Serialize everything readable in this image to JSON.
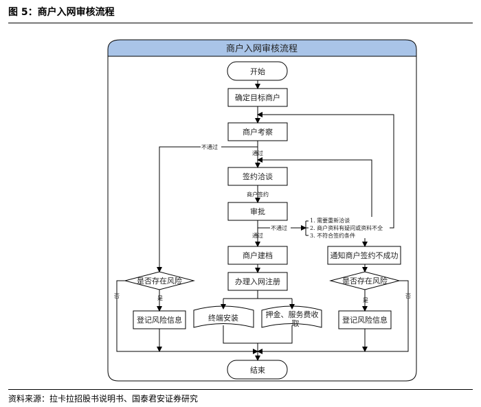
{
  "figure_title": "图 5：商户入网审核流程",
  "source": "资料来源：拉卡拉招股书说明书、国泰君安证券研究",
  "diagram": {
    "header": "商户入网审核流程",
    "header_color": "#a9c4e8",
    "nodes": {
      "start": "开始",
      "target": "确定目标商户",
      "inspect": "商户考察",
      "negotiate": "签约洽谈",
      "approve": "审批",
      "archive": "商户建档",
      "register": "办理入网注册",
      "install": "终端安装",
      "deposit_1": "押金、服务费收",
      "deposit_2": "取",
      "notify": "通知商户签约不成功",
      "risk_left": "是否存在风险",
      "risk_right": "是否存在风险",
      "record_left": "登记风险信息",
      "record_right": "登记风险信息",
      "end": "结束"
    },
    "labels": {
      "reject_inspect": "不通过",
      "pass_inspect": "通过",
      "sign": "商户签约",
      "reject_approve": "不通过",
      "pass_approve": "通过",
      "reason_1": "1. 需要重新洽谈",
      "reason_2": "2. 商户资料有疑问或资料不全",
      "reason_3": "3. 不符合签约条件",
      "no_left": "否",
      "yes_left": "是",
      "no_right": "否",
      "yes_right": "是"
    }
  }
}
